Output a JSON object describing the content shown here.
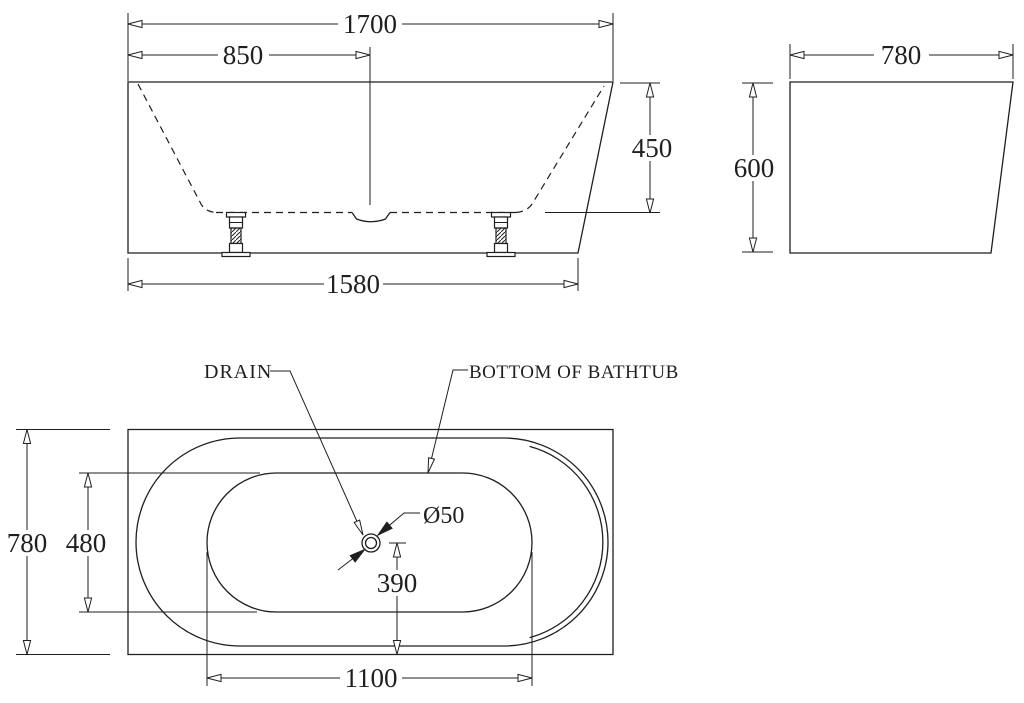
{
  "labels": {
    "drain": "DRAIN",
    "bottom_of_bathtub": "BOTTOM OF BATHTUB"
  },
  "views": {
    "front": {
      "overall_length": "1700",
      "drain_center_from_end": "850",
      "inner_depth": "450",
      "base_length": "1580"
    },
    "side": {
      "overall_width": "780",
      "overall_height": "600"
    },
    "plan": {
      "overall_width": "780",
      "inner_width": "480",
      "drain_to_edge": "390",
      "inner_length": "1100",
      "drain_diameter": "Ø50"
    }
  },
  "colors": {
    "line": "#1f1f1f",
    "background": "#ffffff"
  }
}
